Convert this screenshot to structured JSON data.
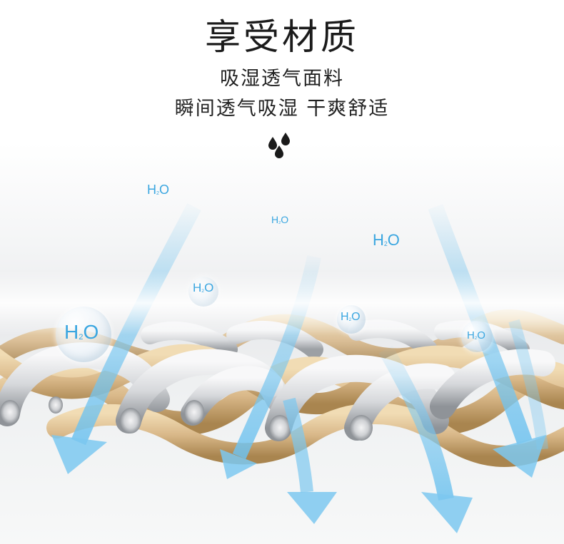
{
  "header": {
    "title": "享受材质",
    "subtitle_line1": "吸湿透气面料",
    "subtitle_line2": "瞬间透气吸湿 干爽舒适"
  },
  "icons": {
    "drops": "water-drops-icon"
  },
  "molecule_labels": [
    {
      "base": "H",
      "sub": "2",
      "tail": "O"
    },
    {
      "base": "H",
      "sub": "2",
      "tail": "O"
    },
    {
      "base": "H",
      "sub": "2",
      "tail": "O"
    },
    {
      "base": "H",
      "sub": "2",
      "tail": "O"
    },
    {
      "base": "H",
      "sub": "2",
      "tail": "O"
    },
    {
      "base": "H",
      "sub": "2",
      "tail": "O"
    },
    {
      "base": "H",
      "sub": "2",
      "tail": "O"
    }
  ],
  "colors": {
    "arrow": "#7cc8f0",
    "label": "#3aa6e0",
    "fiber_tan": "#d8b98a",
    "fiber_grey": "#c9ccd0"
  }
}
